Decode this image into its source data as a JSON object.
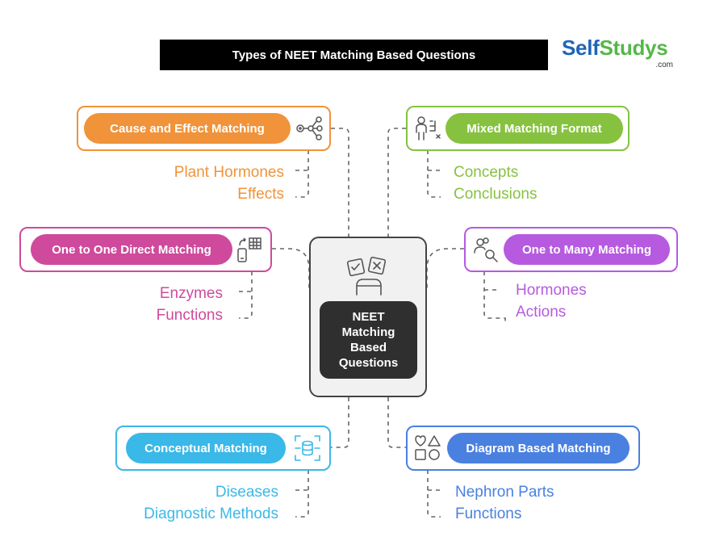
{
  "header": {
    "title": "Types of NEET Matching Based Questions"
  },
  "logo": {
    "part1": "Self",
    "part2": "Studys",
    "suffix": ".com"
  },
  "center": {
    "lines": [
      "NEET",
      "Matching",
      "Based",
      "Questions"
    ]
  },
  "branches": [
    {
      "id": "cause-effect",
      "label": "Cause and Effect Matching",
      "color": "#f0933a",
      "items": [
        "Plant Hormones",
        "Effects"
      ]
    },
    {
      "id": "mixed",
      "label": "Mixed Matching Format",
      "color": "#86c23f",
      "items": [
        "Concepts",
        "Conclusions"
      ]
    },
    {
      "id": "one-to-one",
      "label": "One to One Direct Matching",
      "color": "#cf4a9c",
      "items": [
        "Enzymes",
        "Functions"
      ]
    },
    {
      "id": "one-to-many",
      "label": "One to Many Matching",
      "color": "#b65ae0",
      "items": [
        "Hormones",
        "Actions"
      ]
    },
    {
      "id": "conceptual",
      "label": "Conceptual Matching",
      "color": "#3ab8e8",
      "items": [
        "Diseases",
        "Diagnostic Methods"
      ]
    },
    {
      "id": "diagram",
      "label": "Diagram Based Matching",
      "color": "#4a80e0",
      "items": [
        "Nephron Parts",
        "Functions"
      ]
    }
  ],
  "icons": {
    "cause-effect": "network-flow-icon",
    "mixed": "person-matching-icon",
    "one-to-one": "phone-table-icon",
    "one-to-many": "users-search-icon",
    "conceptual": "database-scan-icon",
    "diagram": "shapes-icon",
    "center": "matching-cards-icon"
  },
  "colors": {
    "center_border": "#444444",
    "center_fill": "#f1f1f1",
    "center_label": "#2f2f2f",
    "connector": "#666666"
  }
}
